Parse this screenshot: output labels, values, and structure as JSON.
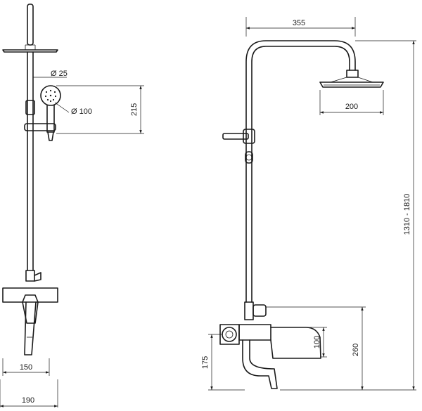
{
  "dimensions": {
    "arm_reach": "355",
    "rain_head": "200",
    "handheld_mount_dia": "Ø 25",
    "handheld_head_dia": "Ø 100",
    "handheld_height": "215",
    "total_height": "1310 - 1810",
    "spout_height": "175",
    "mixer_body": "100",
    "mixer_height": "260",
    "mixer_depth": "150",
    "overall_depth": "190"
  }
}
